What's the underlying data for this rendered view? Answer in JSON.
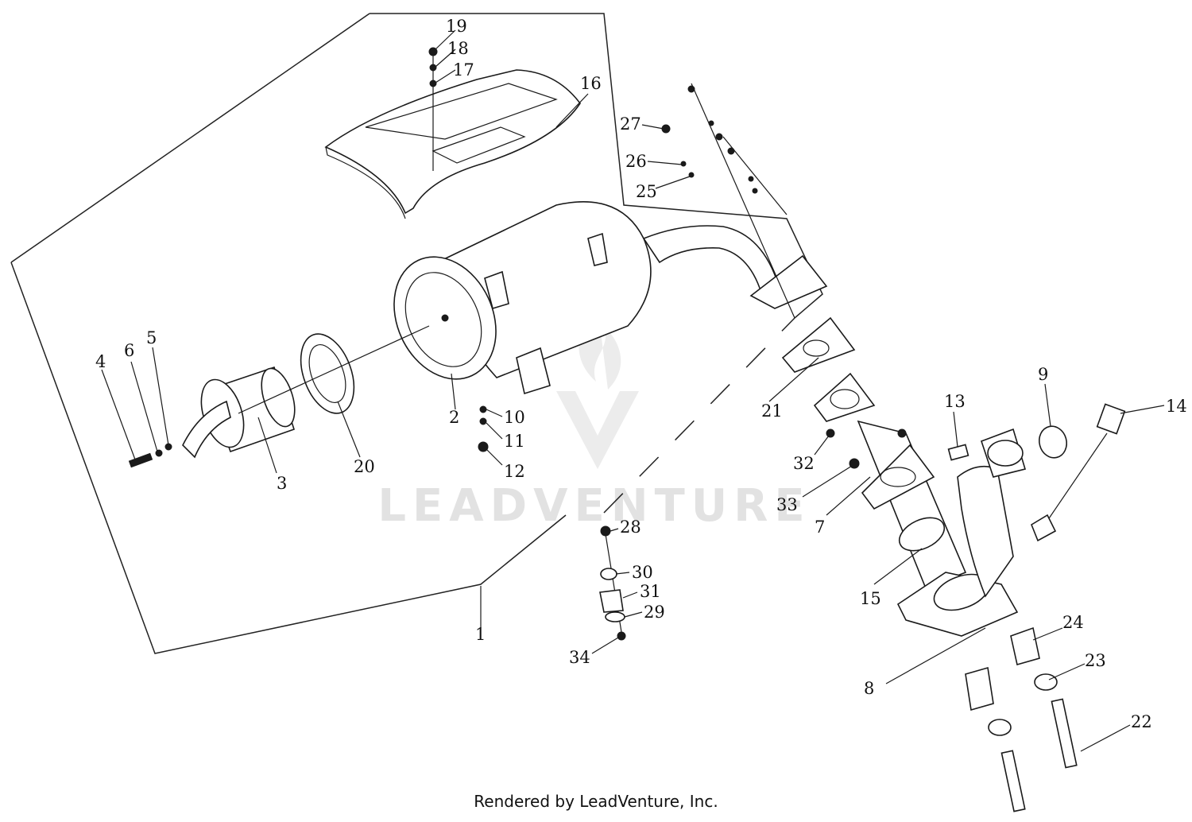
{
  "watermark": {
    "text": "LEADVENTURE",
    "logo_icon": "flame-v-logo-icon"
  },
  "footer": {
    "text": "Rendered by LeadVenture, Inc."
  },
  "callouts": {
    "c1": "1",
    "c2": "2",
    "c3": "3",
    "c4": "4",
    "c5": "5",
    "c6": "6",
    "c7": "7",
    "c8": "8",
    "c9": "9",
    "c10": "10",
    "c11": "11",
    "c12": "12",
    "c13": "13",
    "c14": "14",
    "c15": "15",
    "c16": "16",
    "c17": "17",
    "c18": "18",
    "c19": "19",
    "c20": "20",
    "c21": "21",
    "c22": "22",
    "c23": "23",
    "c24": "24",
    "c25": "25",
    "c26": "26",
    "c27": "27",
    "c28": "28",
    "c29": "29",
    "c30": "30",
    "c31": "31",
    "c32": "32",
    "c33": "33",
    "c34": "34"
  },
  "colors": {
    "ink": "#1a1a1a",
    "watermark": "#e2e2e2",
    "background": "#ffffff"
  }
}
